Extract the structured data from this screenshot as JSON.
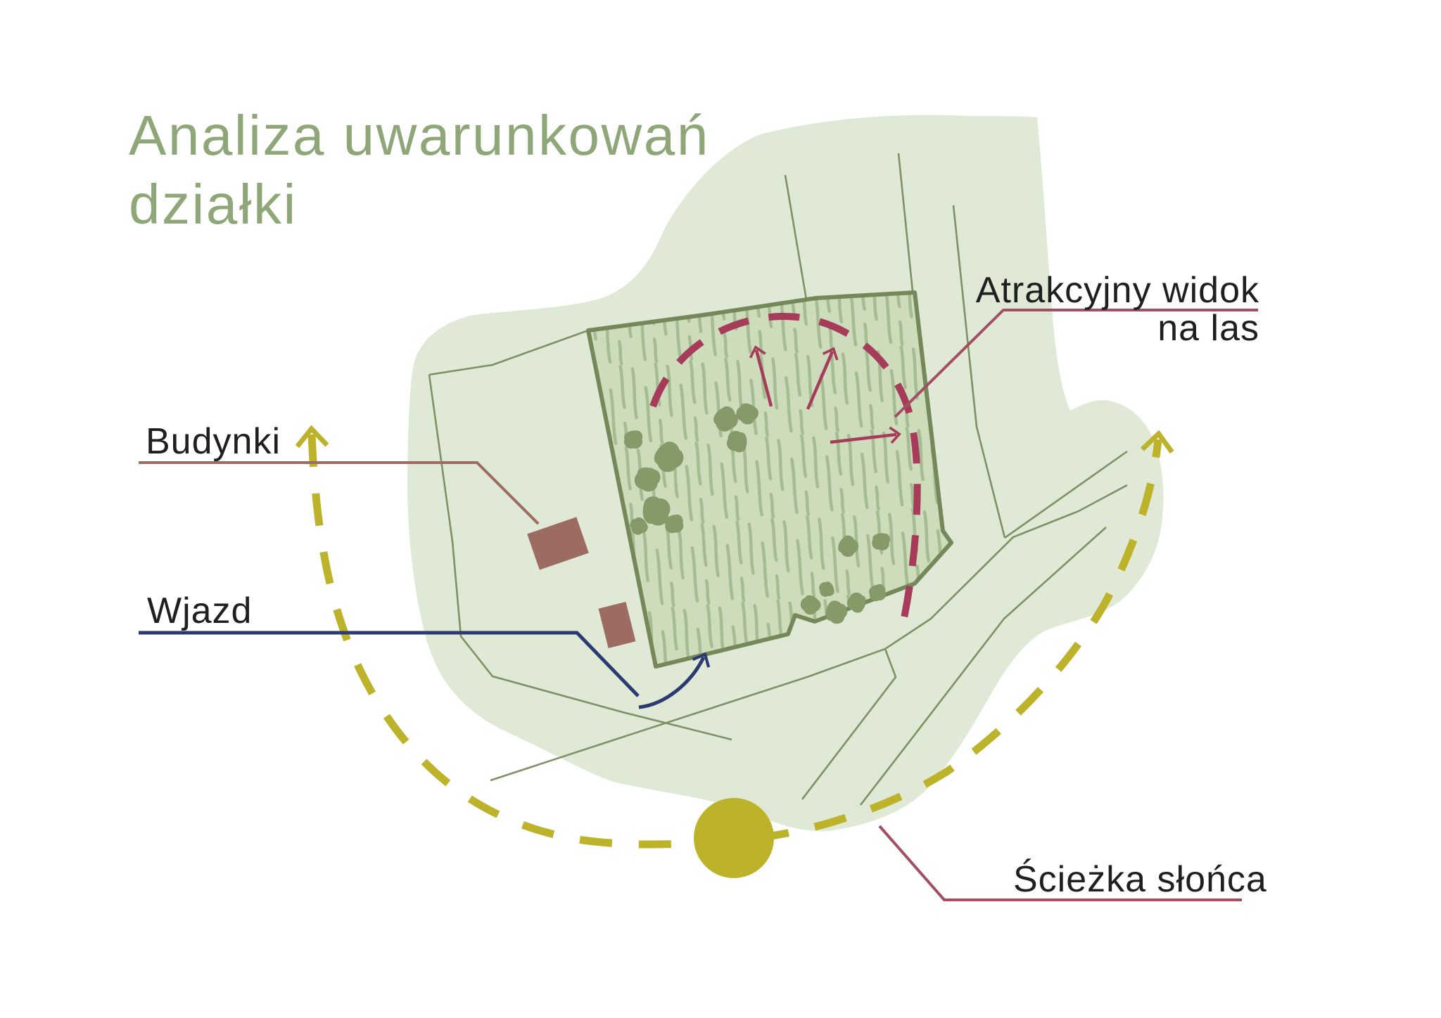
{
  "title": {
    "line1": "Analiza uwarunkowań",
    "line2": "działki"
  },
  "labels": {
    "buildings": "Budynki",
    "entrance": "Wjazd",
    "view_line1": "Atrakcyjny widok",
    "view_line2": "na las",
    "sun_path": "Ścieżka słońca"
  },
  "colors": {
    "title_green": "#8fa778",
    "text": "#1f1f1f",
    "site_blob": "#dfe9d5",
    "parcel_fill": "#cdddbc",
    "parcel_hatch": "#a5bc92",
    "parcel_border": "#75885a",
    "road_line": "#7d9164",
    "tree_green": "#869969",
    "view_maroon": "#a63c5a",
    "callout_red": "#a34f63",
    "building_red": "#9c6b61",
    "entrance_navy": "#2b3a70",
    "sun_yellow": "#bcb32a"
  }
}
